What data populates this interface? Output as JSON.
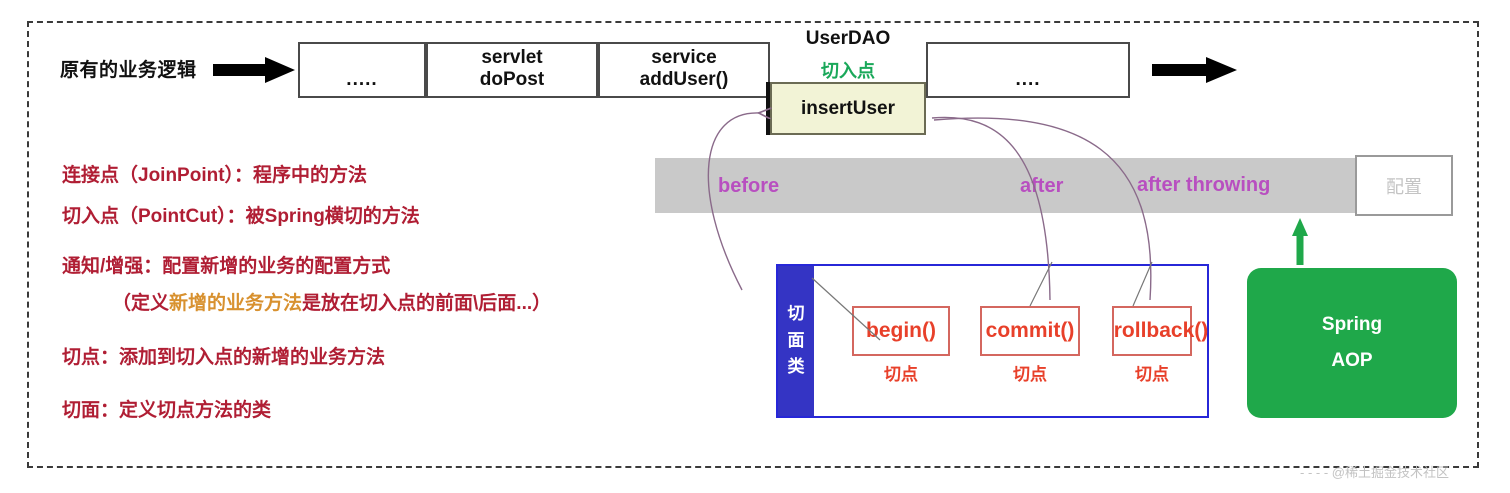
{
  "diagram": {
    "title_flow_label": "原有的业务逻辑",
    "watermark": "- - - - @稀土掘金技术社区"
  },
  "flow": {
    "boxes": [
      {
        "name": "dots-1",
        "line1": "",
        "line2": "....."
      },
      {
        "name": "servlet",
        "line1": "servlet",
        "line2": "doPost"
      },
      {
        "name": "service",
        "line1": "service",
        "line2": "addUser()"
      },
      {
        "name": "dots-2",
        "line1": "",
        "line2": "...."
      }
    ],
    "userdao": {
      "title": "UserDAO",
      "pointcut_label": "切入点",
      "method": "insertUser"
    }
  },
  "advice": {
    "labels": [
      {
        "name": "before",
        "text": "before"
      },
      {
        "name": "after",
        "text": "after"
      },
      {
        "name": "after-throwing",
        "text": "after throwing"
      }
    ],
    "config_box": "配置"
  },
  "aspect": {
    "sidebar_chars": [
      "切",
      "面",
      "类"
    ],
    "sidebar_text": "切面类",
    "pointcuts": [
      {
        "name": "begin",
        "method": "begin()",
        "caption": "切点"
      },
      {
        "name": "commit",
        "method": "commit()",
        "caption": "切点"
      },
      {
        "name": "rollback",
        "method": "rollback()",
        "caption": "切点"
      }
    ]
  },
  "spring_aop": {
    "line1": "Spring",
    "line2": "AOP"
  },
  "definitions": [
    {
      "name": "joinpoint",
      "text": "连接点（JoinPoint）：程序中的方法"
    },
    {
      "name": "pointcut",
      "text": "切入点（PointCut）：被Spring横切的方法"
    },
    {
      "name": "advice",
      "text": "通知/增强：配置新增的业务的配置方式"
    },
    {
      "name": "advice-note-prefix",
      "text": "（定义"
    },
    {
      "name": "advice-note-highlight",
      "text": "新增的业务方法"
    },
    {
      "name": "advice-note-suffix",
      "text": "是放在切入点的前面\\后面...）"
    },
    {
      "name": "cut-point",
      "text": "切点：添加到切入点的新增的业务方法"
    },
    {
      "name": "aspect",
      "text": "切面：定义切点方法的类"
    }
  ],
  "colors": {
    "definition_red": "#b01e34",
    "pointcut_green": "#1aa85a",
    "advice_purple": "#b84fc0",
    "aspect_blue": "#2727d8",
    "spring_green": "#1fa84a",
    "method_red": "#e8402a",
    "insertuser_fill": "#f2f3d6",
    "advice_bar_gray": "#c9c9c9"
  }
}
